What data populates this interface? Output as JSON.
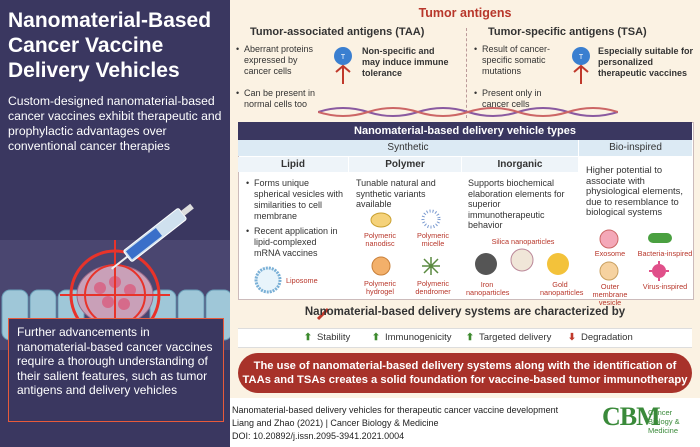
{
  "left": {
    "title": "Nanomaterial-Based Cancer Vaccine Delivery Vehicles",
    "subtitle": "Custom-designed nanomaterial-based cancer vaccines exhibit therapeutic and prophylactic advantages over conventional cancer therapies",
    "bottom_note": "Further advancements in nanomaterial-based cancer vaccines require a thorough understanding of their salient features, such as tumor antigens and delivery vehicles"
  },
  "antigens": {
    "title": "Tumor antigens",
    "taa": {
      "heading": "Tumor-associated antigens (TAA)",
      "bullets": [
        "Aberrant proteins expressed by cancer cells",
        "Can be present in normal cells too"
      ],
      "highlight": "Non-specific and may induce immune tolerance",
      "icon_label": "T"
    },
    "tsa": {
      "heading": "Tumor-specific antigens (TSA)",
      "bullets": [
        "Result of cancer-specific somatic mutations",
        "Present only in cancer cells"
      ],
      "highlight": "Especially suitable for personalized therapeutic vaccines",
      "icon_label": "T"
    }
  },
  "delivery": {
    "title": "Nanomaterial-based delivery vehicle types",
    "synthetic_label": "Synthetic",
    "bio_label": "Bio-inspired",
    "lipid": {
      "heading": "Lipid",
      "bullets": [
        "Forms unique spherical vesicles with similarities to cell membrane",
        "Recent application in lipid-complexed mRNA vaccines"
      ],
      "liposome": "Liposome"
    },
    "polymer": {
      "heading": "Polymer",
      "text": "Tunable natural and synthetic variants available",
      "items": [
        "Polymeric nanodisc",
        "Polymeric micelle",
        "Polymeric hydrogel",
        "Polymeric dendromer"
      ]
    },
    "inorganic": {
      "heading": "Inorganic",
      "text": "Supports biochemical elaboration elements for superior immunotherapeutic behavior",
      "items": [
        "Silica nanoparticles",
        "Iron nanoparticles",
        "Gold nanoparticles"
      ]
    },
    "bio": {
      "text": "Higher potential to associate with physiological elements, due to resemblance to biological systems",
      "items": [
        "Exosome",
        "Bacteria-inspired",
        "Outer membrane vesicle",
        "Virus-inspired"
      ]
    }
  },
  "characterized": {
    "title": "Nanomaterial-based delivery systems are characterized by",
    "items": [
      {
        "label": "Stability",
        "arrow": "⬆",
        "color": "#3d8a2e"
      },
      {
        "label": "Immunogenicity",
        "arrow": "⬆",
        "color": "#3d8a2e"
      },
      {
        "label": "Targeted delivery",
        "arrow": "⬆",
        "color": "#3d8a2e"
      },
      {
        "label": "Degradation",
        "arrow": "⬇",
        "color": "#c0392b"
      }
    ]
  },
  "conclusion": "The use of nanomaterial-based delivery systems along with the identification of TAAs and TSAs creates a solid foundation for vaccine-based tumor immunotherapy",
  "footer": {
    "line1": "Nanomaterial-based delivery vehicles for therapeutic cancer vaccine development",
    "line2": "Liang and Zhao (2021) | Cancer Biology & Medicine",
    "line3": "DOI: 10.20892/j.issn.2095-3941.2021.0004",
    "logo": "CBM",
    "logo_text1": "Cancer",
    "logo_text2": "Biology &",
    "logo_text3": "Medicine"
  },
  "colors": {
    "accent": "#b8372b",
    "navy": "#3a3760",
    "cream": "#fbf2e3"
  }
}
